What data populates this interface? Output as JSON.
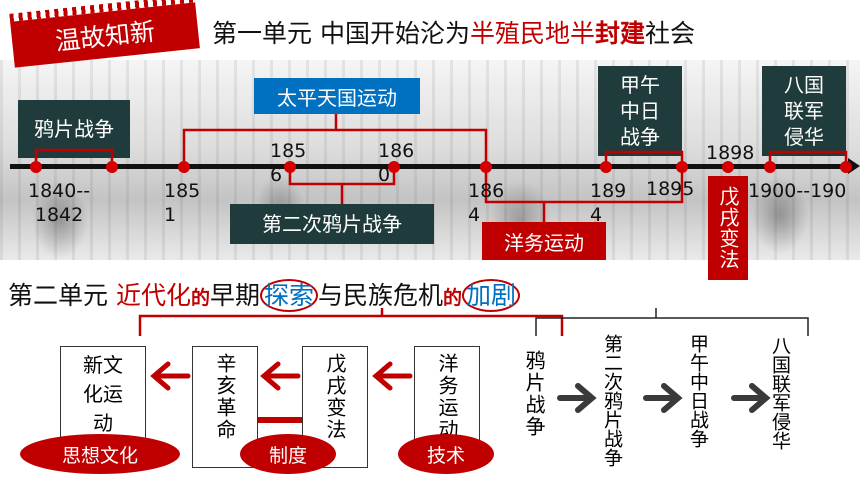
{
  "header": {
    "badge": "温故知新",
    "unit1": {
      "prefix": "第一单元  中国开始沦为",
      "highlight_1": "半殖民地半",
      "highlight_2": "封建",
      "suffix": "社会"
    }
  },
  "timeline": {
    "events_top": [
      {
        "label": "鸦片战争"
      },
      {
        "label": "太平天国运动"
      },
      {
        "label": "甲午中日战争"
      },
      {
        "label": "八国联军侵华"
      }
    ],
    "events_bottom": [
      {
        "label": "第二次鸦片战争"
      },
      {
        "label": "洋务运动"
      },
      {
        "label": "戊戌变法"
      }
    ],
    "years": {
      "y1840": "1840--\n1842",
      "y1851": "185\n1",
      "y1856": "185\n6",
      "y1860": "186\n0",
      "y1864": "186\n4",
      "y1894": "189\n4",
      "y1895": "1895",
      "y1898": "1898",
      "y1900": "1900--190"
    }
  },
  "unit2": {
    "prefix": "第二单元  ",
    "red_part": "近代化",
    "de1": "的",
    "middle": "早期",
    "explore": "探索",
    "middle2": "与民族危机",
    "de2": "的",
    "intensify": "加剧"
  },
  "stages": [
    {
      "text": "新文化运动"
    },
    {
      "text": "辛亥革命"
    },
    {
      "text": "戊戌变法"
    },
    {
      "text": "洋务运动"
    }
  ],
  "stage_tags": {
    "thought": "思想文化",
    "system": "制度",
    "tech": "技术"
  },
  "crisis": [
    {
      "text": "鸦片战争"
    },
    {
      "text": "第二次鸦片战争"
    },
    {
      "text": "甲午中日战争"
    },
    {
      "text": "八国联军侵华"
    }
  ],
  "colors": {
    "accent_red": "#c00000",
    "accent_blue": "#0070c0",
    "dark_box": "#1f3b3b",
    "dot_red": "#d40000"
  }
}
